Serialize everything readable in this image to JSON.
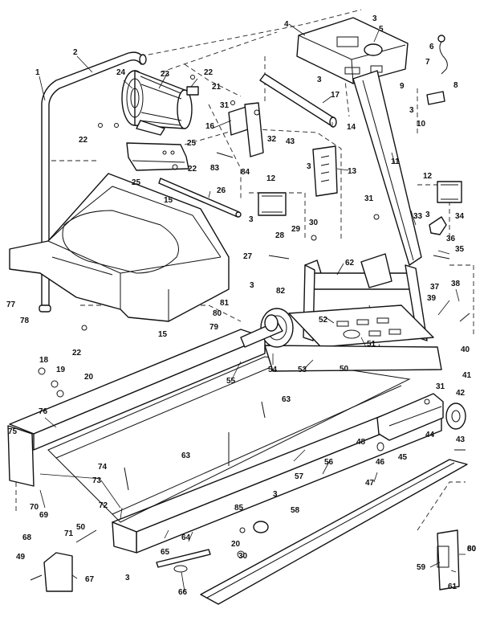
{
  "diagram": {
    "callouts": [
      {
        "id": "c1",
        "text": "1"
      },
      {
        "id": "c2",
        "text": "2"
      },
      {
        "id": "c3a",
        "text": "3"
      },
      {
        "id": "c3b",
        "text": "3"
      },
      {
        "id": "c3c",
        "text": "3"
      },
      {
        "id": "c3d",
        "text": "3"
      },
      {
        "id": "c3e",
        "text": "3"
      },
      {
        "id": "c3f",
        "text": "3"
      },
      {
        "id": "c3g",
        "text": "3"
      },
      {
        "id": "c3h",
        "text": "3"
      },
      {
        "id": "c3i",
        "text": "3"
      },
      {
        "id": "c4",
        "text": "4"
      },
      {
        "id": "c5",
        "text": "5"
      },
      {
        "id": "c6",
        "text": "6"
      },
      {
        "id": "c7",
        "text": "7"
      },
      {
        "id": "c8",
        "text": "8"
      },
      {
        "id": "c9",
        "text": "9"
      },
      {
        "id": "c10",
        "text": "10"
      },
      {
        "id": "c11",
        "text": "11"
      },
      {
        "id": "c12a",
        "text": "12"
      },
      {
        "id": "c12b",
        "text": "12"
      },
      {
        "id": "c13",
        "text": "13"
      },
      {
        "id": "c14",
        "text": "14"
      },
      {
        "id": "c15a",
        "text": "15"
      },
      {
        "id": "c15b",
        "text": "15"
      },
      {
        "id": "c16",
        "text": "16"
      },
      {
        "id": "c17",
        "text": "17"
      },
      {
        "id": "c18",
        "text": "18"
      },
      {
        "id": "c19",
        "text": "19"
      },
      {
        "id": "c20a",
        "text": "20"
      },
      {
        "id": "c20b",
        "text": "20"
      },
      {
        "id": "c21",
        "text": "21"
      },
      {
        "id": "c22a",
        "text": "22"
      },
      {
        "id": "c22b",
        "text": "22"
      },
      {
        "id": "c22c",
        "text": "22"
      },
      {
        "id": "c22d",
        "text": "22"
      },
      {
        "id": "c23",
        "text": "23"
      },
      {
        "id": "c24",
        "text": "24"
      },
      {
        "id": "c25a",
        "text": "25"
      },
      {
        "id": "c25b",
        "text": "25"
      },
      {
        "id": "c26",
        "text": "26"
      },
      {
        "id": "c27",
        "text": "27"
      },
      {
        "id": "c28",
        "text": "28"
      },
      {
        "id": "c29",
        "text": "29"
      },
      {
        "id": "c30a",
        "text": "30"
      },
      {
        "id": "c30b",
        "text": "30"
      },
      {
        "id": "c31a",
        "text": "31"
      },
      {
        "id": "c31b",
        "text": "31"
      },
      {
        "id": "c31c",
        "text": "31"
      },
      {
        "id": "c32",
        "text": "32"
      },
      {
        "id": "c33",
        "text": "33"
      },
      {
        "id": "c34",
        "text": "34"
      },
      {
        "id": "c35",
        "text": "35"
      },
      {
        "id": "c36",
        "text": "36"
      },
      {
        "id": "c37",
        "text": "37"
      },
      {
        "id": "c38",
        "text": "38"
      },
      {
        "id": "c39",
        "text": "39"
      },
      {
        "id": "c40",
        "text": "40"
      },
      {
        "id": "c41",
        "text": "41"
      },
      {
        "id": "c42",
        "text": "42"
      },
      {
        "id": "c43a",
        "text": "43"
      },
      {
        "id": "c43b",
        "text": "43"
      },
      {
        "id": "c44",
        "text": "44"
      },
      {
        "id": "c45",
        "text": "45"
      },
      {
        "id": "c46",
        "text": "46"
      },
      {
        "id": "c47",
        "text": "47"
      },
      {
        "id": "c48",
        "text": "48"
      },
      {
        "id": "c49",
        "text": "49"
      },
      {
        "id": "c50a",
        "text": "50"
      },
      {
        "id": "c50b",
        "text": "50"
      },
      {
        "id": "c51",
        "text": "51"
      },
      {
        "id": "c52",
        "text": "52"
      },
      {
        "id": "c53",
        "text": "53"
      },
      {
        "id": "c54",
        "text": "54"
      },
      {
        "id": "c55",
        "text": "55"
      },
      {
        "id": "c56",
        "text": "56"
      },
      {
        "id": "c57",
        "text": "57"
      },
      {
        "id": "c58",
        "text": "58"
      },
      {
        "id": "c59",
        "text": "59"
      },
      {
        "id": "c60",
        "text": "60"
      },
      {
        "id": "c61",
        "text": "61"
      },
      {
        "id": "c62",
        "text": "62"
      },
      {
        "id": "c63a",
        "text": "63"
      },
      {
        "id": "c63b",
        "text": "63"
      },
      {
        "id": "c64",
        "text": "64"
      },
      {
        "id": "c65",
        "text": "65"
      },
      {
        "id": "c66",
        "text": "66"
      },
      {
        "id": "c67",
        "text": "67"
      },
      {
        "id": "c68",
        "text": "68"
      },
      {
        "id": "c69",
        "text": "69"
      },
      {
        "id": "c70",
        "text": "70"
      },
      {
        "id": "c71",
        "text": "71"
      },
      {
        "id": "c72",
        "text": "72"
      },
      {
        "id": "c73",
        "text": "73"
      },
      {
        "id": "c74",
        "text": "74"
      },
      {
        "id": "c75",
        "text": "75"
      },
      {
        "id": "c76",
        "text": "76"
      },
      {
        "id": "c77",
        "text": "77"
      },
      {
        "id": "c78",
        "text": "78"
      },
      {
        "id": "c79",
        "text": "79"
      },
      {
        "id": "c80a",
        "text": "80"
      },
      {
        "id": "c80b",
        "text": "80"
      },
      {
        "id": "c81",
        "text": "81"
      },
      {
        "id": "c82",
        "text": "82"
      },
      {
        "id": "c83",
        "text": "83"
      },
      {
        "id": "c84",
        "text": "84"
      },
      {
        "id": "c85",
        "text": "85"
      }
    ]
  }
}
